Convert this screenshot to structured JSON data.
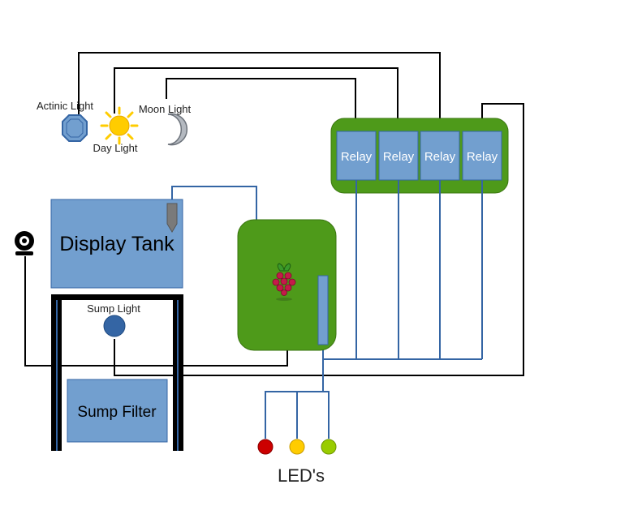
{
  "lights": {
    "actinic": "Actinic Light",
    "day": "Day Light",
    "moon": "Moon Light",
    "sump": "Sump Light"
  },
  "relays": [
    "Relay",
    "Relay",
    "Relay",
    "Relay"
  ],
  "display_tank": "Display Tank",
  "sump_filter": "Sump Filter",
  "leds_label": "LED's",
  "leds": [
    {
      "color": "#cc0000"
    },
    {
      "color": "#ffcc00"
    },
    {
      "color": "#99cc00"
    }
  ],
  "colors": {
    "board_green": "#4e9a1a",
    "component_blue": "#729fcf",
    "sump_light_blue": "#3465a4",
    "wire_blue": "#3465a4",
    "wire_black": "#000000",
    "sun_yellow": "#ffcc00",
    "stand_black": "#000000"
  },
  "icons": {
    "actinic": "octagon-lamp-icon",
    "day": "sun-icon",
    "moon": "crescent-moon-icon",
    "probe": "temperature-probe-icon",
    "pi": "raspberry-pi-icon",
    "camera": "webcam-icon"
  }
}
